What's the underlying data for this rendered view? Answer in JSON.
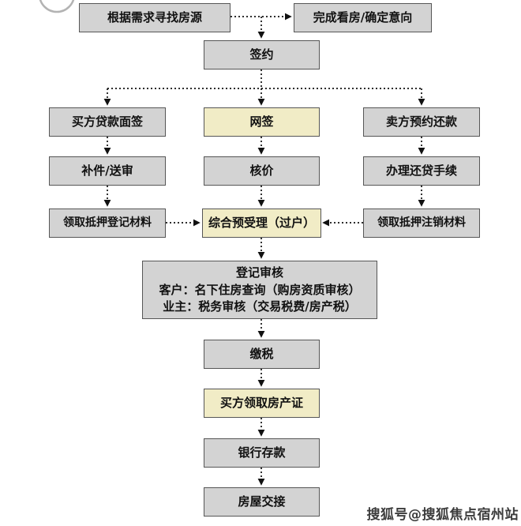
{
  "flow": {
    "find_house": "根据需求寻找房源",
    "confirm_intent": "完成看房/确定意向",
    "sign": "签约",
    "buyer_loan": "买方贷款面签",
    "online_sign": "网签",
    "seller_repay": "卖方预约还款",
    "supplement": "补件/送审",
    "price_check": "核价",
    "repay_procedure": "办理还贷手续",
    "mortgage_reg": "领取抵押登记材料",
    "pre_accept": "综合预受理（过户）",
    "mortgage_cancel": "领取抵押注销材料",
    "registration_title": "登记审核",
    "registration_line1": "客户：名下住房查询（购房资质审核）",
    "registration_line2": "业主：税务审核（交易税费/房产税）",
    "pay_tax": "缴税",
    "get_cert": "买方领取房产证",
    "bank_deposit": "银行存款",
    "handover": "房屋交接"
  },
  "watermark": "搜狐号@搜狐焦点宿州站",
  "colors": {
    "box_fill": "#d3d3d3",
    "box_highlight": "#f1ecc6",
    "box_border": "#565656",
    "connector": "#111111"
  }
}
